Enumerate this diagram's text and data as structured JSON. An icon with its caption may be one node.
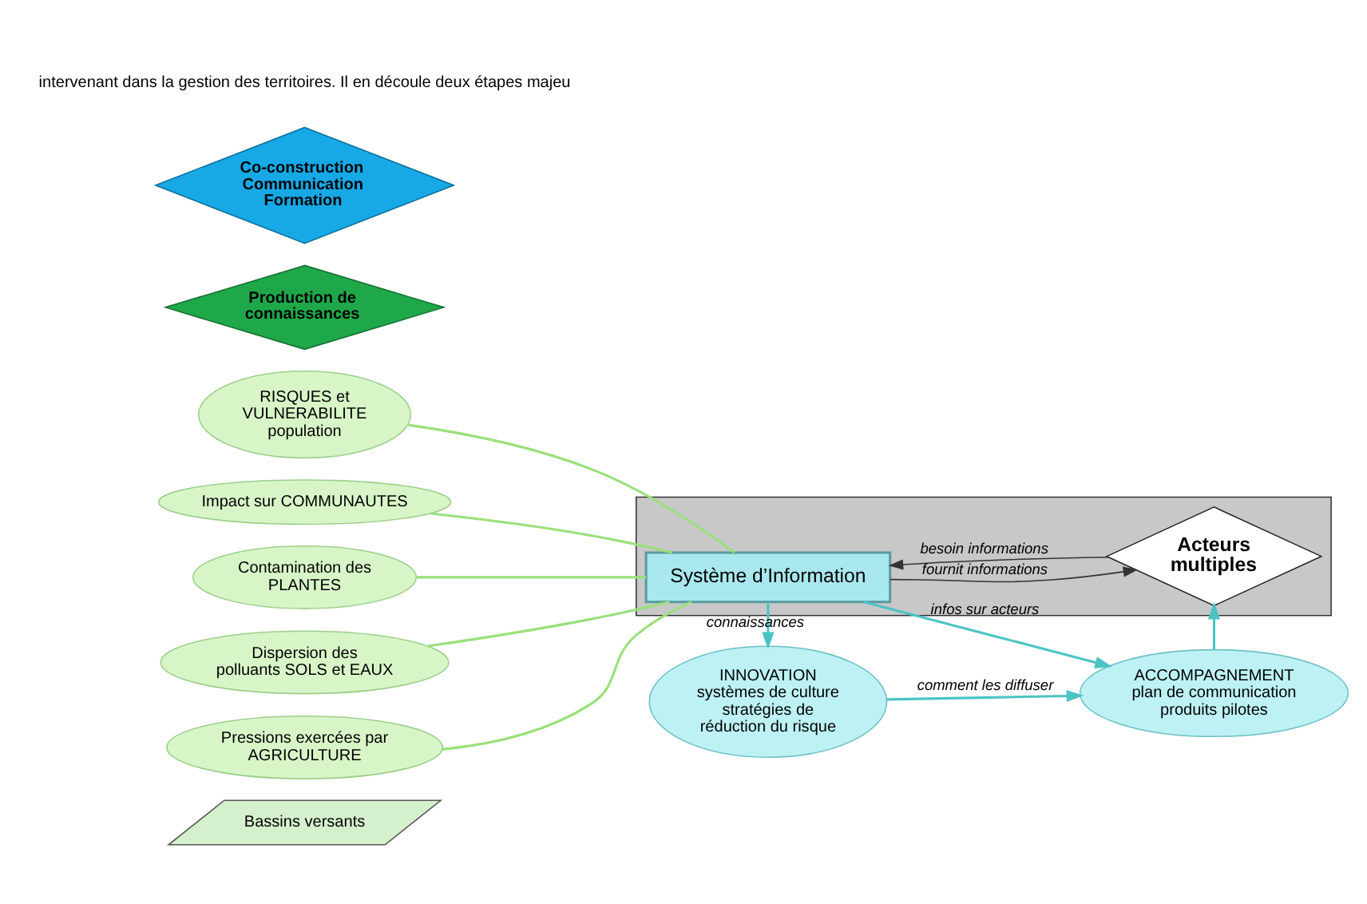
{
  "diagram": {
    "nodes": [
      {
        "text": [
          "Bassins versants"
        ]
      },
      {
        "text": [
          "RISQUES et VULNERABILITE population"
        ]
      },
      {
        "text": [
          "Impact sur COMMUNAUTES"
        ]
      },
      {
        "text": [
          "Contamination des PLANTES"
        ]
      },
      {
        "text": [
          "Dispersion des polluants SOLS et EAUX"
        ]
      },
      {
        "text": [
          "Pressions exercées par AGRICULTURE"
        ]
      },
      {
        "text": [],
        "shape": "box"
      },
      {
        "text": [
          "Système d’Information"
        ],
        "in": 6
      },
      {
        "text": [
          "Acteurs multiples"
        ],
        "in": 6
      },
      {
        "text": [
          "Production de connaissances"
        ]
      },
      {
        "text": [
          "INNOVATION",
          "systèmes de culture",
          "stratégies de réduction du risque"
        ]
      },
      {
        "text": [
          "ACCOMPAGNEMENT",
          "plan de communication",
          "produits pilotes"
        ]
      },
      {
        "text": [
          "Co-construction Communication Formation"
        ]
      }
    ],
    "edges": [
      {
        "from": 1,
        "to": 7,
        "arrow": "none",
        "color": "#99e07a"
      },
      {
        "from": 2,
        "to": 7,
        "arrow": "none",
        "color": "#99e07a"
      },
      {
        "from": 3,
        "to": 7,
        "arrow": "none",
        "color": "#99e07a"
      },
      {
        "from": 4,
        "to": 7,
        "arrow": "none",
        "color": "#99e07a"
      },
      {
        "from": 5,
        "to": 7,
        "arrow": "none",
        "color": "#99e07a"
      },
      {
        "from": 7,
        "to": 8,
        "arrow": "to",
        "label": "fournit informations",
        "color": "#333333"
      },
      {
        "from": 8,
        "to": 7,
        "arrow": "to",
        "label": "besoin informations",
        "color": "#333333"
      },
      {
        "from": 7,
        "to": 10,
        "arrow": "to",
        "label": "connaissances",
        "color": "#4cc4c4"
      },
      {
        "from": 7,
        "to": 11,
        "arrow": "to",
        "label": "infos sur acteurs",
        "color": "#4cc4c4"
      },
      {
        "from": 10,
        "to": 11,
        "arrow": "to",
        "label": "comment les diffuser",
        "color": "#4cc4c4"
      },
      {
        "from": 11,
        "to": 8,
        "arrow": "to",
        "color": "#4cc4c4"
      }
    ],
    "labels": [
      "intervenant dans la gestion des territoires. Il en découle deux étapes majeu"
    ]
  }
}
